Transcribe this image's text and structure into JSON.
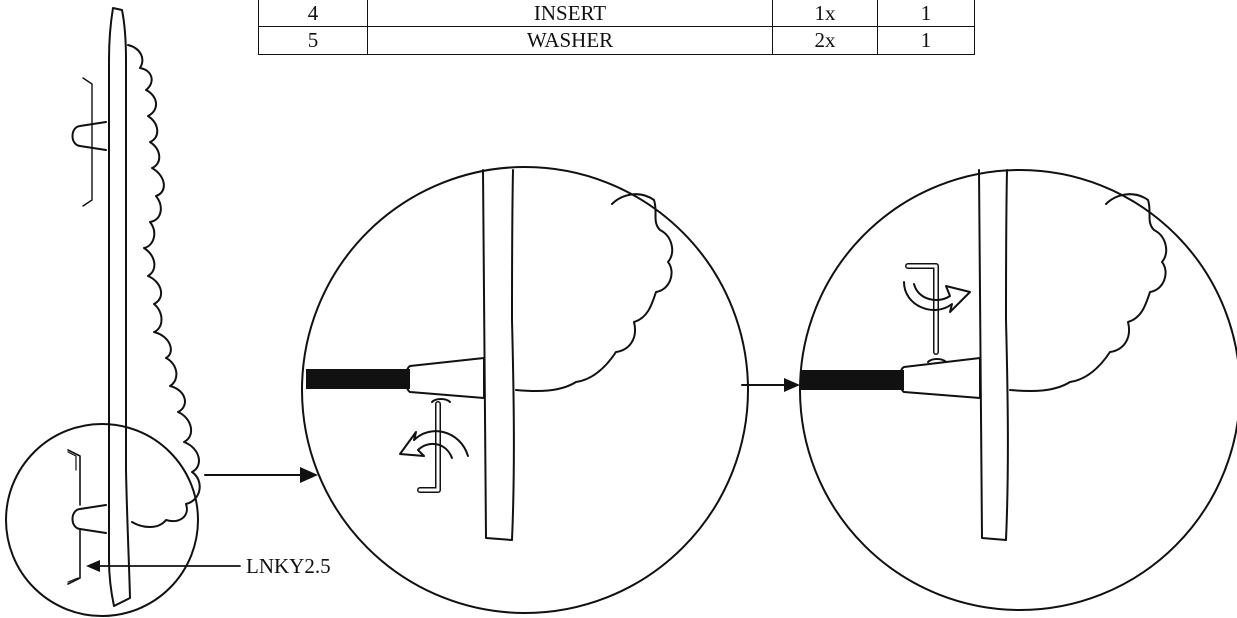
{
  "parts_table": {
    "rows": [
      {
        "no": "4",
        "name": "INSERT",
        "qty": "1x",
        "step": "1"
      },
      {
        "no": "5",
        "name": "WASHER",
        "qty": "2x",
        "step": "1"
      }
    ]
  },
  "callout_label": "LNKY2.5",
  "colors": {
    "line": "#111111",
    "background": "#ffffff"
  }
}
